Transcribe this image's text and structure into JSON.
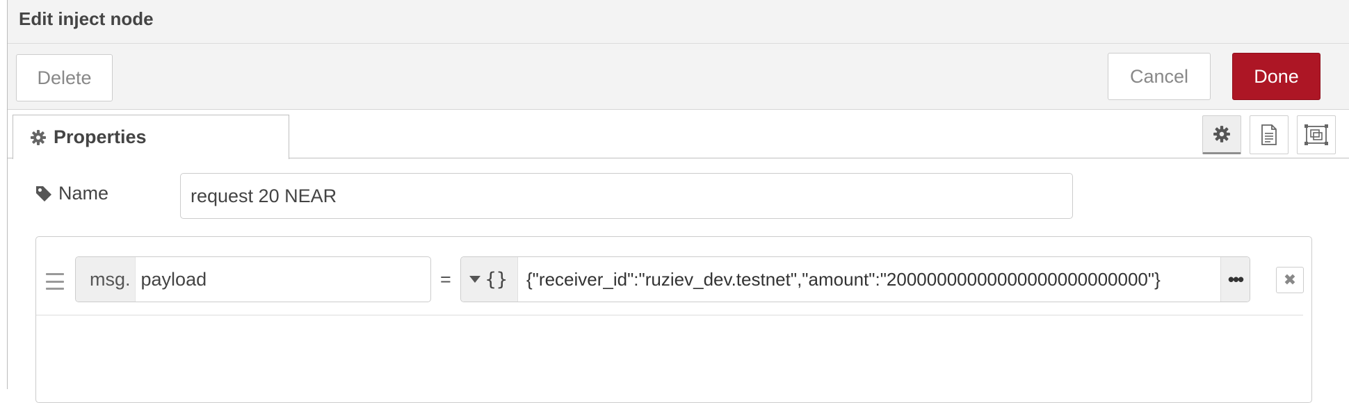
{
  "header": {
    "title": "Edit inject node"
  },
  "toolbar": {
    "delete_label": "Delete",
    "cancel_label": "Cancel",
    "done_label": "Done"
  },
  "tabs": {
    "properties_label": "Properties",
    "side_buttons": [
      "gear-icon",
      "document-icon",
      "appearance-icon"
    ]
  },
  "form": {
    "name_label": "Name",
    "name_value": "request 20 NEAR"
  },
  "rules": [
    {
      "property_prefix": "msg.",
      "property_value": "payload",
      "operator": "=",
      "value_type_icon": "{}",
      "value": "{\"receiver_id\":\"ruziev_dev.testnet\",\"amount\":\"20000000000000000000000000\"}",
      "expand_label": "•••",
      "remove_label": "✖"
    }
  ],
  "colors": {
    "accent_done": "#ad1625",
    "header_bg": "#f3f3f3"
  }
}
